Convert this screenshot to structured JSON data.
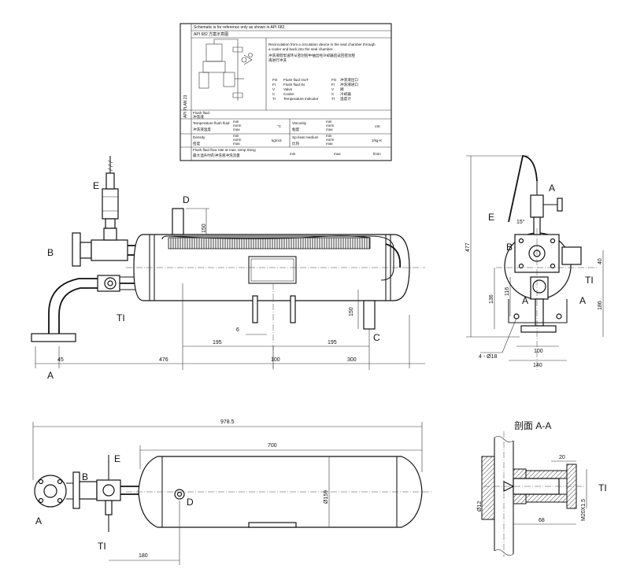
{
  "info_box": {
    "plan_vertical": "API PLAN 23",
    "line1": "Schematic is for reference only as shown in API 682.",
    "line2": "API 682  方案示意图",
    "desc_en": "Recirculation from a circulation device in the seal chamber through",
    "desc_en2": "a cooler and back into the seal chamber.",
    "desc_cn": "冲洗液借泵送环从密封腔中抽出经冷却器后返回密封腔",
    "desc_cn2": "再进行冲洗",
    "legend": [
      {
        "code": "FO",
        "en": "Flush fluid OUT",
        "cn": "冲洗液出口"
      },
      {
        "code": "FI",
        "en": "Flush fluid IN",
        "cn": "冲洗液进口"
      },
      {
        "code": "V",
        "en": "Valve",
        "cn": "阀"
      },
      {
        "code": "C",
        "en": "Cooler",
        "cn": "冷却器"
      },
      {
        "code": "TI",
        "en": "Temperature indicator",
        "cn": "温度计"
      }
    ],
    "fluid_label": "Flush fluid",
    "fluid_cn": "冲洗液",
    "temp_label": "Temperature flush fluid",
    "temp_cn": "冲洗液温度",
    "temp_unit": "°C",
    "visc_label": "Viscosity",
    "visc_cn": "粘度",
    "visc_unit": "cSt",
    "dens_label": "Density",
    "dens_cn": "密度",
    "dens_unit": "kg/m3",
    "sp_label": "Sp.heat medium",
    "sp_cn": "比热",
    "sp_unit": "J/kg·K",
    "flow_label": "Flush fluid flow rate at max. temp rising",
    "flow_cn": "最大温升时的冲洗液冲洗流量",
    "flow_unit": "l/min",
    "minmax": [
      "min",
      "norm",
      "max"
    ]
  },
  "labels": {
    "E": "E",
    "B": "B",
    "D": "D",
    "TI": "TI",
    "A": "A",
    "C": "C",
    "section_title": "剖面 A-A",
    "angle": "15°"
  },
  "front_dims": {
    "d45": "45",
    "d476": "476",
    "d100": "100",
    "d300": "300",
    "d195a": "195",
    "d195b": "195",
    "d6": "6",
    "d150a": "150",
    "d150b": "150"
  },
  "side_dims": {
    "d477": "477",
    "d136": "136",
    "d116": "116",
    "d40": "40",
    "d186": "186",
    "d100": "100",
    "d140": "140",
    "holes": "4 - Ø18"
  },
  "top_dims": {
    "d978": "978.5",
    "d700": "700",
    "d180": "180",
    "d159": "Ø159"
  },
  "section_dims": {
    "d20": "20",
    "d68": "68",
    "d12": "Ø12",
    "m20": "M20X1.5"
  }
}
